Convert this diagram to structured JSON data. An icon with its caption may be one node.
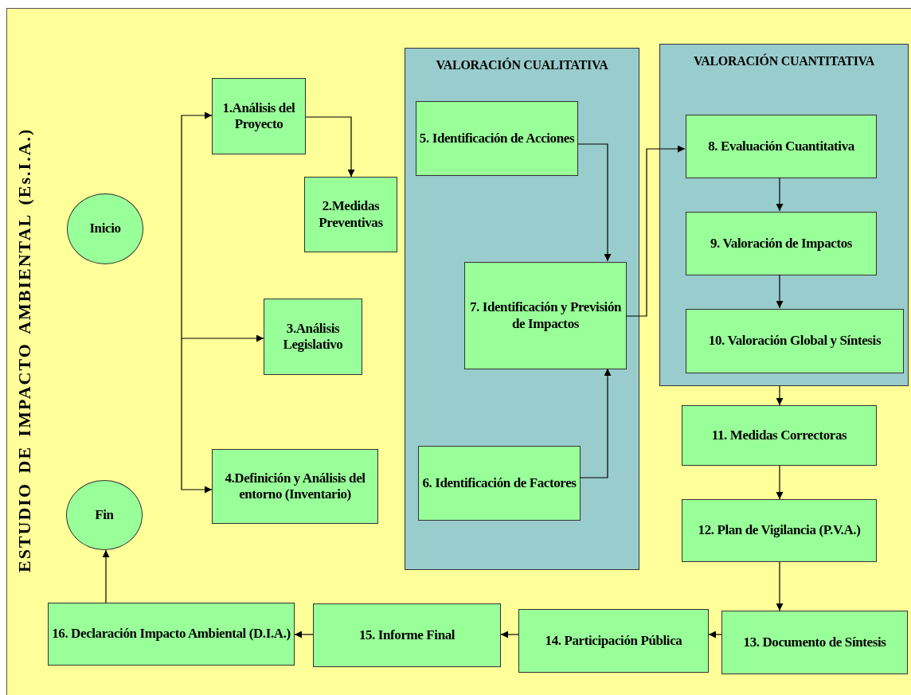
{
  "diagram": {
    "title": "ESTUDIO DE IMPACTO AMBIENTAL (Es.I.A.)",
    "nodes": [
      {
        "text": [
          "Inicio"
        ]
      },
      {
        "text": [
          "1.Análisis del Proyecto"
        ]
      },
      {
        "text": [
          "2.Medidas Preventivas"
        ]
      },
      {
        "text": [
          "3.Análisis Legislativo"
        ]
      },
      {
        "text": [
          "4.Definición y Análisis del entorno (Inventario)"
        ]
      },
      {
        "text": [
          "VALORACIÓN CUALITATIVA"
        ]
      },
      {
        "text": [
          "5. Identificación de Acciones"
        ],
        "in": 5
      },
      {
        "text": [
          "7. Identificación y Previsión de Impactos"
        ],
        "in": 5
      },
      {
        "text": [
          "6. Identificación de Factores"
        ],
        "in": 5
      },
      {
        "text": [
          "VALORACIÓN CUANTITATIVA"
        ]
      },
      {
        "text": [
          "8. Evaluación Cuantitativa"
        ],
        "in": 9
      },
      {
        "text": [
          "9. Valoración de Impactos"
        ],
        "in": 9
      },
      {
        "text": [
          "10. Valoración Global y Síntesis"
        ],
        "in": 9
      },
      {
        "text": [
          "11. Medidas Correctoras"
        ]
      },
      {
        "text": [
          "12. Plan de Vigilancia (P.V.A.)"
        ]
      },
      {
        "text": [
          "13. Documento de Síntesis"
        ]
      },
      {
        "text": [
          "14. Participación Pública"
        ]
      },
      {
        "text": [
          "15. Informe Final"
        ]
      },
      {
        "text": [
          "16. Declaración Impacto Ambiental (D.I.A.)"
        ]
      },
      {
        "text": [
          "Fin"
        ]
      }
    ],
    "edges": [
      {
        "from": null,
        "to": 1,
        "arrow": "to"
      },
      {
        "from": null,
        "to": 3,
        "arrow": "to"
      },
      {
        "from": null,
        "to": 4,
        "arrow": "to"
      },
      {
        "from": 1,
        "to": 2,
        "arrow": "to"
      },
      {
        "from": 6,
        "to": 7,
        "arrow": "to"
      },
      {
        "from": 8,
        "to": 7,
        "arrow": "to"
      },
      {
        "from": 7,
        "to": 10,
        "arrow": "to"
      },
      {
        "from": 10,
        "to": 11,
        "arrow": "to"
      },
      {
        "from": 11,
        "to": 12,
        "arrow": "to"
      },
      {
        "from": 9,
        "to": 13,
        "arrow": "to"
      },
      {
        "from": 13,
        "to": 14,
        "arrow": "to"
      },
      {
        "from": 14,
        "to": 15,
        "arrow": "to"
      },
      {
        "from": 15,
        "to": 16,
        "arrow": "to"
      },
      {
        "from": 16,
        "to": 17,
        "arrow": "to"
      },
      {
        "from": 17,
        "to": 18,
        "arrow": "to"
      },
      {
        "from": 18,
        "to": 19,
        "arrow": "to"
      }
    ]
  }
}
